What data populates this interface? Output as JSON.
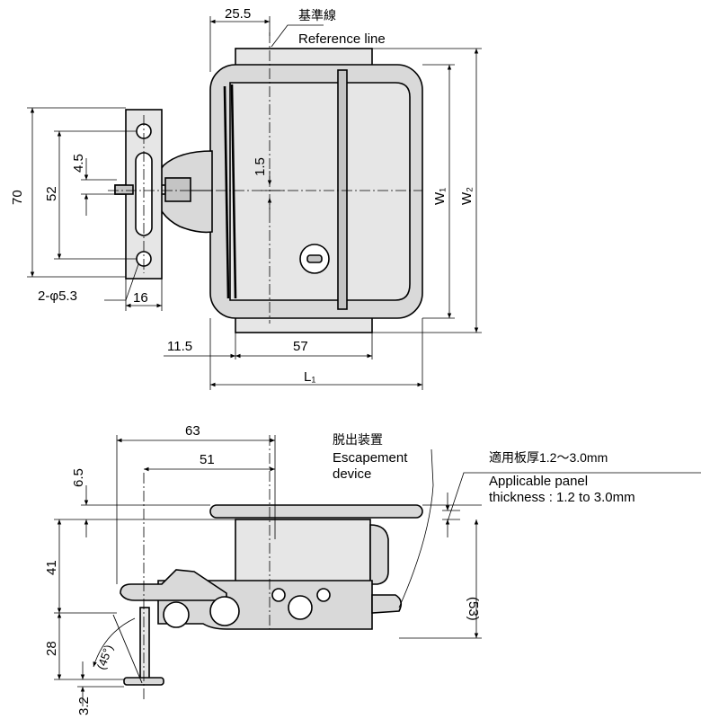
{
  "labels": {
    "top_width": "25.5",
    "ref_jp": "基準線",
    "ref_en": "Reference line",
    "height_70": "70",
    "height_52": "52",
    "dim_4_5": "4.5",
    "dim_1_5": "1.5",
    "w1": "W₁",
    "w2": "W₂",
    "holes": "2-φ5.3",
    "dim_16": "16",
    "dim_11_5": "11.5",
    "dim_57": "57",
    "l1": "L₁",
    "dim_63": "63",
    "dim_51": "51",
    "esc_jp": "脱出装置",
    "esc_en_1": "Escapement",
    "esc_en_2": "device",
    "panel_jp": "適用板厚1.2～3.0mm",
    "panel_en_1": "Applicable panel",
    "panel_en_2": "thickness : 1.2 to 3.0mm",
    "dim_6_5": "6.5",
    "dim_41": "41",
    "dim_28": "28",
    "dim_3_2": "3.2",
    "dim_53": "(53)",
    "angle_45": "(45°)"
  }
}
